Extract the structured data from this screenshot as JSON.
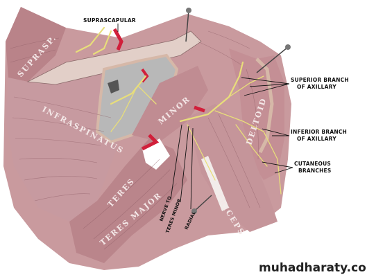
{
  "labels": {
    "suprascapular": "SUPRASCAPULAR",
    "superior_branch_line1": "SUPERIOR BRANCH",
    "superior_branch_line2": "OF AXILLARY",
    "inferior_branch_line1": "INFERIOR BRANCH",
    "inferior_branch_line2": "OF AXILLARY",
    "cutaneous_line1": "CUTANEOUS",
    "cutaneous_line2": "BRANCHES",
    "nerve_to_teres_minor_line1": "NERVE TO",
    "nerve_to_teres_minor_line2": "TERES MINOR",
    "radial": "RADIAL"
  },
  "muscles": {
    "supraspinatus": "SUPRASP.",
    "infraspinatus": "INFRASPINATUS",
    "teres_minor": "MINOR",
    "teres": "TERES",
    "teres_major": "TERES MAJOR",
    "deltoid": "DELTOID",
    "triceps": "TRICEPS"
  },
  "watermark": "muhadharaty.com",
  "colors": {
    "muscle": "#c99a9e",
    "muscle_dark": "#a8737a",
    "nerve": "#e8de7a",
    "artery": "#d11f3a",
    "bone": "#b8b8b8",
    "fat": "#d6b8a8"
  }
}
